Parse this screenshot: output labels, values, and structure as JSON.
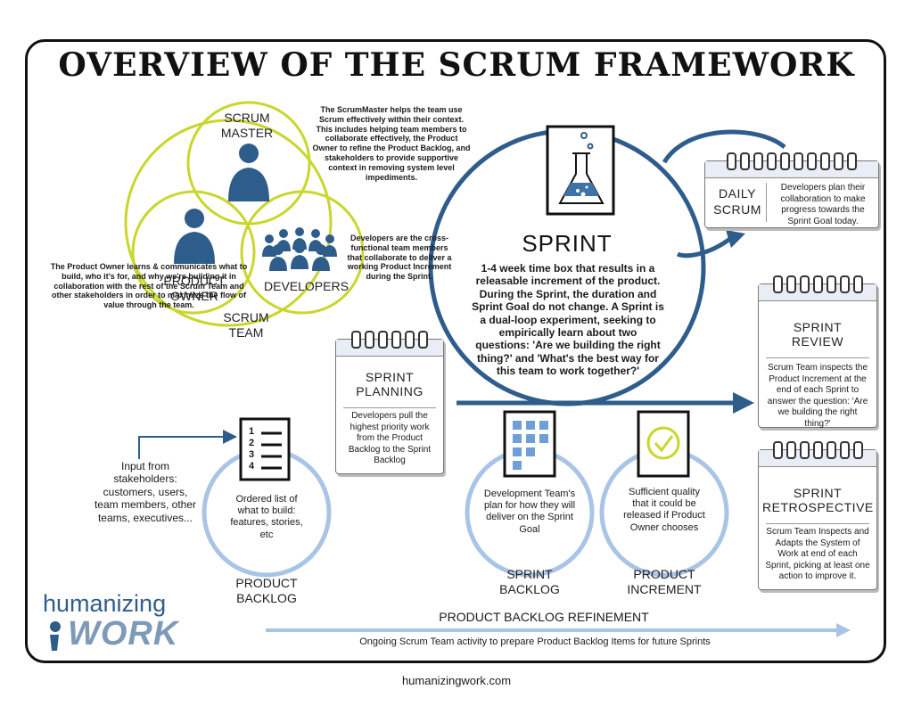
{
  "title": "OVERVIEW OF THE SCRUM FRAMEWORK",
  "roles": {
    "scrum_master_label": "SCRUM MASTER",
    "product_owner_label": "PRODUCT OWNER",
    "developers_label": "DEVELOPERS",
    "scrum_team_label": "SCRUM TEAM",
    "scrum_master_text": "The ScrumMaster helps the team use Scrum effectively within their context. This includes helping team members to collaborate effectively, the Product Owner to refine the Product Backlog, and stakeholders to provide supportive context in removing system level impediments.",
    "developers_text": "Developers are the cross-functional team members that collaborate to deliver a working Product Increment during the Sprint.",
    "product_owner_text": "The Product Owner learns & communicates what to build, who it's for, and why we're building it in collaboration with the rest of the Scrum Team and other stakeholders in order to maximize the flow of value through the team."
  },
  "sprint": {
    "title": "SPRINT",
    "text": "1-4 week time box that results in a releasable increment of the product. During the Sprint, the duration and Sprint Goal do not change. A Sprint is a dual-loop experiment, seeking to empirically learn about two questions: 'Are we building the right thing?' and 'What's the best way for this team to work together?'"
  },
  "daily_scrum": {
    "title": "DAILY SCRUM",
    "text": "Developers plan their collaboration to make progress towards the Sprint Goal today."
  },
  "sprint_planning": {
    "title": "SPRINT PLANNING",
    "text": "Developers pull the highest priority work from the Product Backlog to the Sprint Backlog"
  },
  "sprint_review": {
    "title": "SPRINT REVIEW",
    "text": "Scrum Team inspects the Product Increment at the end of each Sprint to answer the question: 'Are we building the right thing?'"
  },
  "sprint_retro": {
    "title": "SPRINT RETROSPECTIVE",
    "text": "Scrum Team Inspects and Adapts the System of Work at end of each Sprint, picking at least one action to improve it."
  },
  "stakeholders_text": "Input from stakeholders: customers, users, team members, other teams, executives...",
  "product_backlog": {
    "text": "Ordered list of what to build: features, stories, etc",
    "label": "PRODUCT BACKLOG"
  },
  "sprint_backlog": {
    "text": "Development Team's plan for how they will deliver on the Sprint Goal",
    "label": "SPRINT BACKLOG"
  },
  "product_increment": {
    "text": "Sufficient quality that it could be released if Product Owner chooses",
    "label": "PRODUCT INCREMENT"
  },
  "refinement": {
    "title": "PRODUCT BACKLOG REFINEMENT",
    "text": "Ongoing Scrum Team activity to prepare Product Backlog Items for future Sprints"
  },
  "logo": {
    "line1": "humanizing",
    "line2": "WORK"
  },
  "footer": "humanizingwork.com",
  "list_numbers": [
    "1",
    "2",
    "3",
    "4"
  ],
  "colors": {
    "yellow_green": "#c9d62c",
    "dark_blue": "#2e5d8c",
    "mid_blue": "#3f73a8",
    "light_blue": "#a8c4e6",
    "tile_blue": "#6f9fd6"
  }
}
